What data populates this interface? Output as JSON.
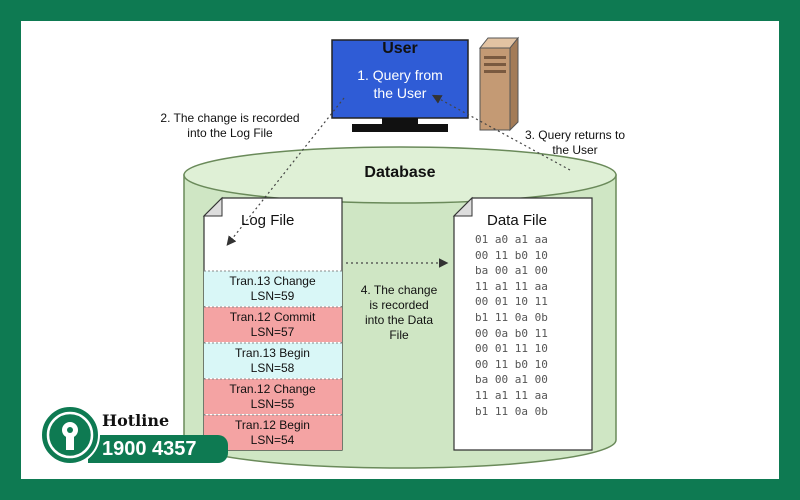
{
  "user": {
    "title": "User",
    "query_text": "1. Query from\nthe User"
  },
  "labels": {
    "step2": "2. The change is recorded\ninto the  Log File",
    "step3": "3. Query returns to\nthe User",
    "step4": "4. The change\nis recorded\ninto the  Data\nFile"
  },
  "database": {
    "title": "Database"
  },
  "log_file": {
    "title": "Log File",
    "entries": [
      {
        "text": "Tran.13 Change\nLSN=59",
        "color": "#d9f7f7"
      },
      {
        "text": "Tran.12 Commit\nLSN=57",
        "color": "#f4a3a3"
      },
      {
        "text": "Tran.13 Begin\nLSN=58",
        "color": "#d9f7f7"
      },
      {
        "text": "Tran.12 Change\nLSN=55",
        "color": "#f4a3a3"
      },
      {
        "text": "Tran.12 Begin\nLSN=54",
        "color": "#f4a3a3"
      }
    ]
  },
  "data_file": {
    "title": "Data File",
    "hex_rows": [
      "01 a0 a1 aa",
      "00 11 b0 10",
      "ba 00 a1 00",
      "11 a1 11 aa",
      "00 01 10 11",
      "b1 11 0a 0b",
      "00 0a b0 11",
      "00 01 11 10",
      "00 11 b0 10",
      "ba 00 a1 00",
      "11 a1 11 aa",
      "b1 11 0a 0b"
    ]
  },
  "hotline": {
    "label": "Hotline",
    "number": "1900 4357"
  },
  "colors": {
    "brand": "#0e7a52",
    "monitor": "#2f5cd6",
    "cylinder": "#cfe6c4",
    "server": "#c49a74"
  }
}
